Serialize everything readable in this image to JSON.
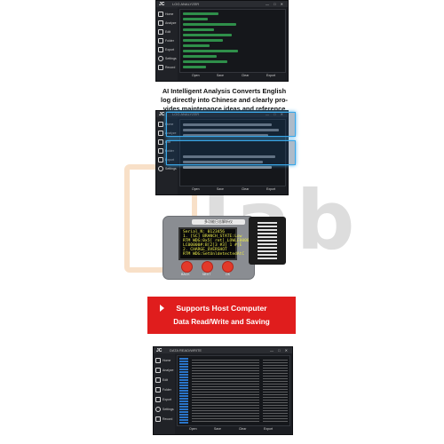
{
  "watermark": {
    "text": "lab"
  },
  "windows": [
    {
      "id": "top",
      "title": "LOG ANALYZER",
      "logo": "JC",
      "window_controls": "— □ ✕",
      "sidebar": [
        {
          "label": "Home",
          "icon": "home-icon"
        },
        {
          "label": "Analyze",
          "icon": "document-icon"
        },
        {
          "label": "Edit",
          "icon": "edit-icon"
        },
        {
          "label": "Folder",
          "icon": "folder-icon"
        },
        {
          "label": "Export",
          "icon": "export-icon"
        },
        {
          "label": "Settings",
          "icon": "gear-icon"
        },
        {
          "label": "Record",
          "icon": "record-icon"
        }
      ],
      "bottom_buttons": [
        "Open",
        "Save",
        "Clear",
        "Export"
      ]
    },
    {
      "id": "middle",
      "title": "LOG ANALYZER",
      "logo": "JC",
      "window_controls": "— □ ✕",
      "sidebar": [
        {
          "label": "Home",
          "icon": "home-icon"
        },
        {
          "label": "Analyze",
          "icon": "document-icon"
        },
        {
          "label": "Edit",
          "icon": "edit-icon"
        },
        {
          "label": "Folder",
          "icon": "folder-icon"
        },
        {
          "label": "Export",
          "icon": "export-icon"
        },
        {
          "label": "Settings",
          "icon": "gear-icon"
        }
      ],
      "bottom_buttons": [
        "Open",
        "Save",
        "Clear",
        "Export"
      ]
    },
    {
      "id": "bottom",
      "title": "DATA READ/WRITE",
      "logo": "JC",
      "window_controls": "— □ ✕",
      "sidebar": [
        {
          "label": "Home",
          "icon": "home-icon"
        },
        {
          "label": "Analyze",
          "icon": "document-icon"
        },
        {
          "label": "Edit",
          "icon": "edit-icon"
        },
        {
          "label": "Folder",
          "icon": "folder-icon"
        },
        {
          "label": "Export",
          "icon": "export-icon"
        },
        {
          "label": "Settings",
          "icon": "gear-icon"
        },
        {
          "label": "Record",
          "icon": "record-icon"
        }
      ],
      "bottom_buttons": [
        "Open",
        "Save",
        "Clear",
        "Export"
      ]
    }
  ],
  "caption": {
    "line1": "AI Intelligent Analysis Converts English",
    "line2": "log directly into Chinese and clearly pro-",
    "line3": "vides maintenance ideas and reference"
  },
  "device": {
    "title": "多功能日志解析仪",
    "screen_lines": [
      "Serial_N: 0123456",
      "1. [SC] BRANCH_STATE:Low",
      "RTM WDG:0x5[ ret]_LOWLE0000",
      "LC00000#:B[2]3 #3] 1 #[E",
      "2. CHARGE_OVERSHOT",
      "RTM WDG:SetUnldetectedAtC"
    ],
    "knobs": [
      "BACK",
      "NEXT",
      "OK"
    ]
  },
  "banner": {
    "line1": "Supports Host Computer",
    "line2": "Data Read/Write and Saving"
  },
  "colors": {
    "accent_red": "#e01d1d",
    "log_green": "#2f8f4a",
    "highlight_blue": "#3aa7e8",
    "hex_blue": "#2a74c8",
    "knob_red": "#e33a2a",
    "screen_text": "#e8e84a"
  }
}
